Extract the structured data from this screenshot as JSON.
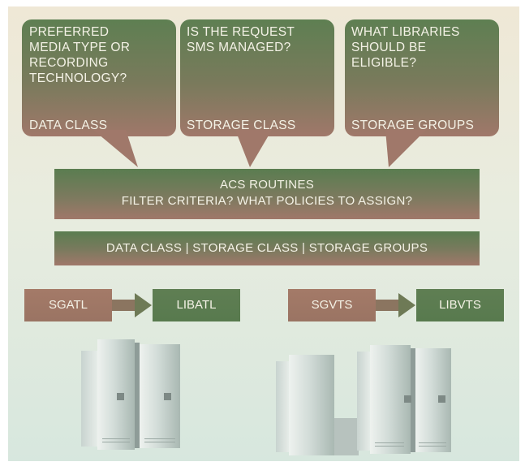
{
  "bubbles": [
    {
      "question": "PREFERRED\nMEDIA TYPE OR\nRECORDING\nTECHNOLOGY?",
      "answer": "DATA CLASS"
    },
    {
      "question": "IS THE REQUEST\nSMS MANAGED?",
      "answer": "STORAGE CLASS"
    },
    {
      "question": "WHAT LIBRARIES\nSHOULD BE\nELIGIBLE?",
      "answer": "STORAGE GROUPS"
    }
  ],
  "acs": {
    "line1": "ACS ROUTINES",
    "line2": "FILTER CRITERIA? WHAT POLICIES TO ASSIGN?"
  },
  "classes_bar": "DATA CLASS | STORAGE CLASS | STORAGE GROUPS",
  "mappings": [
    {
      "group": "SGATL",
      "library": "LIBATL"
    },
    {
      "group": "SGVTS",
      "library": "LIBVTS"
    }
  ],
  "colors": {
    "green": "#5e7f52",
    "red": "#a47a68",
    "panel_top": "#efe8d6",
    "panel_bottom": "#d7e7de"
  }
}
